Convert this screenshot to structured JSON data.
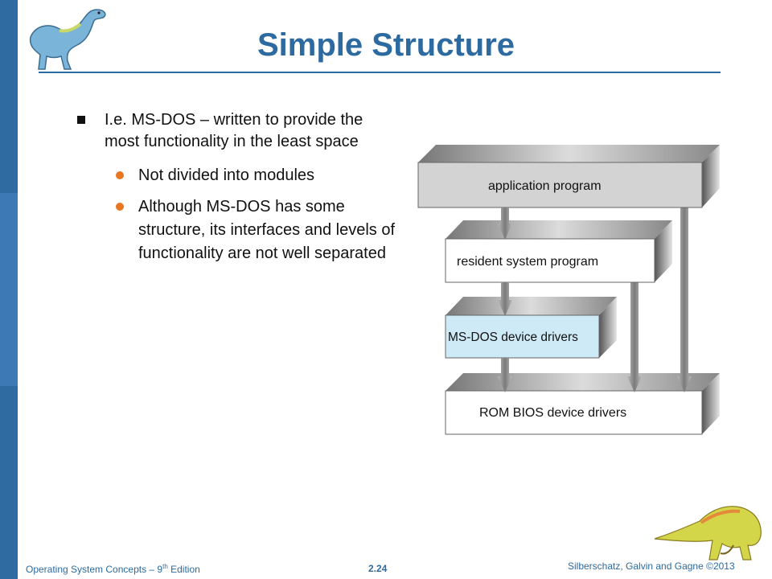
{
  "slide": {
    "title": "Simple Structure",
    "bullet_main": "I.e. MS-DOS – written to provide the most functionality in the least space",
    "sub_bullets": [
      "Not divided into modules",
      "Although MS-DOS has some structure, its interfaces and levels of functionality are not well separated"
    ]
  },
  "diagram": {
    "layers": [
      "application program",
      "resident system program",
      "MS-DOS device drivers",
      "ROM BIOS device drivers"
    ]
  },
  "footer": {
    "left_prefix": "Operating System Concepts – 9",
    "left_sup": "th",
    "left_suffix": " Edition",
    "page": "2.24",
    "right": "Silberschatz, Galvin and Gagne ©2013"
  },
  "colors": {
    "accent": "#2c6aa0",
    "bullet_orange": "#e87722",
    "msdos_box": "#cfeaf7"
  }
}
